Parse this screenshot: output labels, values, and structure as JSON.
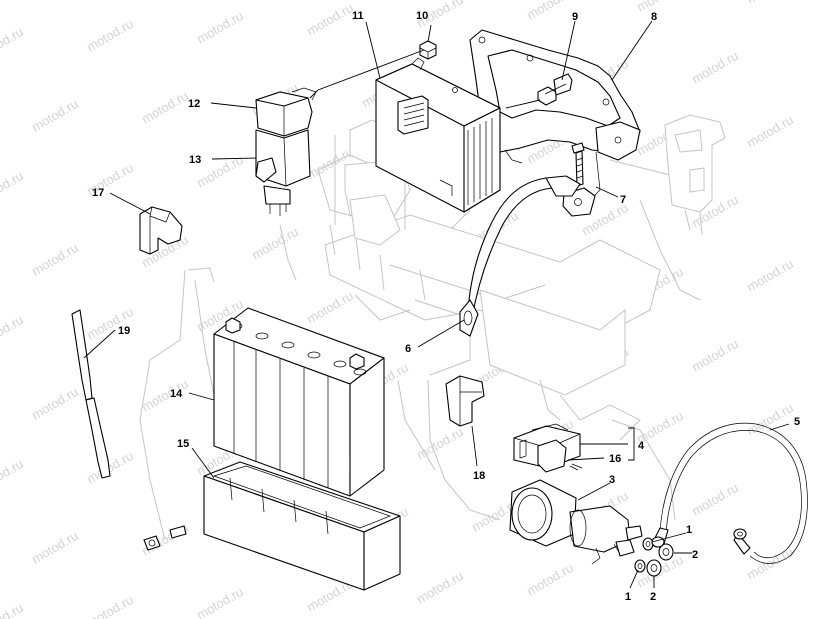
{
  "watermark": {
    "text": "motod.ru"
  },
  "callouts": {
    "c1a": "1",
    "c1b": "1",
    "c2a": "2",
    "c2b": "2",
    "c3": "3",
    "c4": "4",
    "c5": "5",
    "c6": "6",
    "c7": "7",
    "c8": "8",
    "c9": "9",
    "c10": "10",
    "c11": "11",
    "c12": "12",
    "c13": "13",
    "c14": "14",
    "c15": "15",
    "c16": "16",
    "c17": "17",
    "c18": "18",
    "c19": "19"
  },
  "colors": {
    "line": "#000000",
    "ghost": "#c4c4c4",
    "watermark": "#d4d4d4"
  }
}
